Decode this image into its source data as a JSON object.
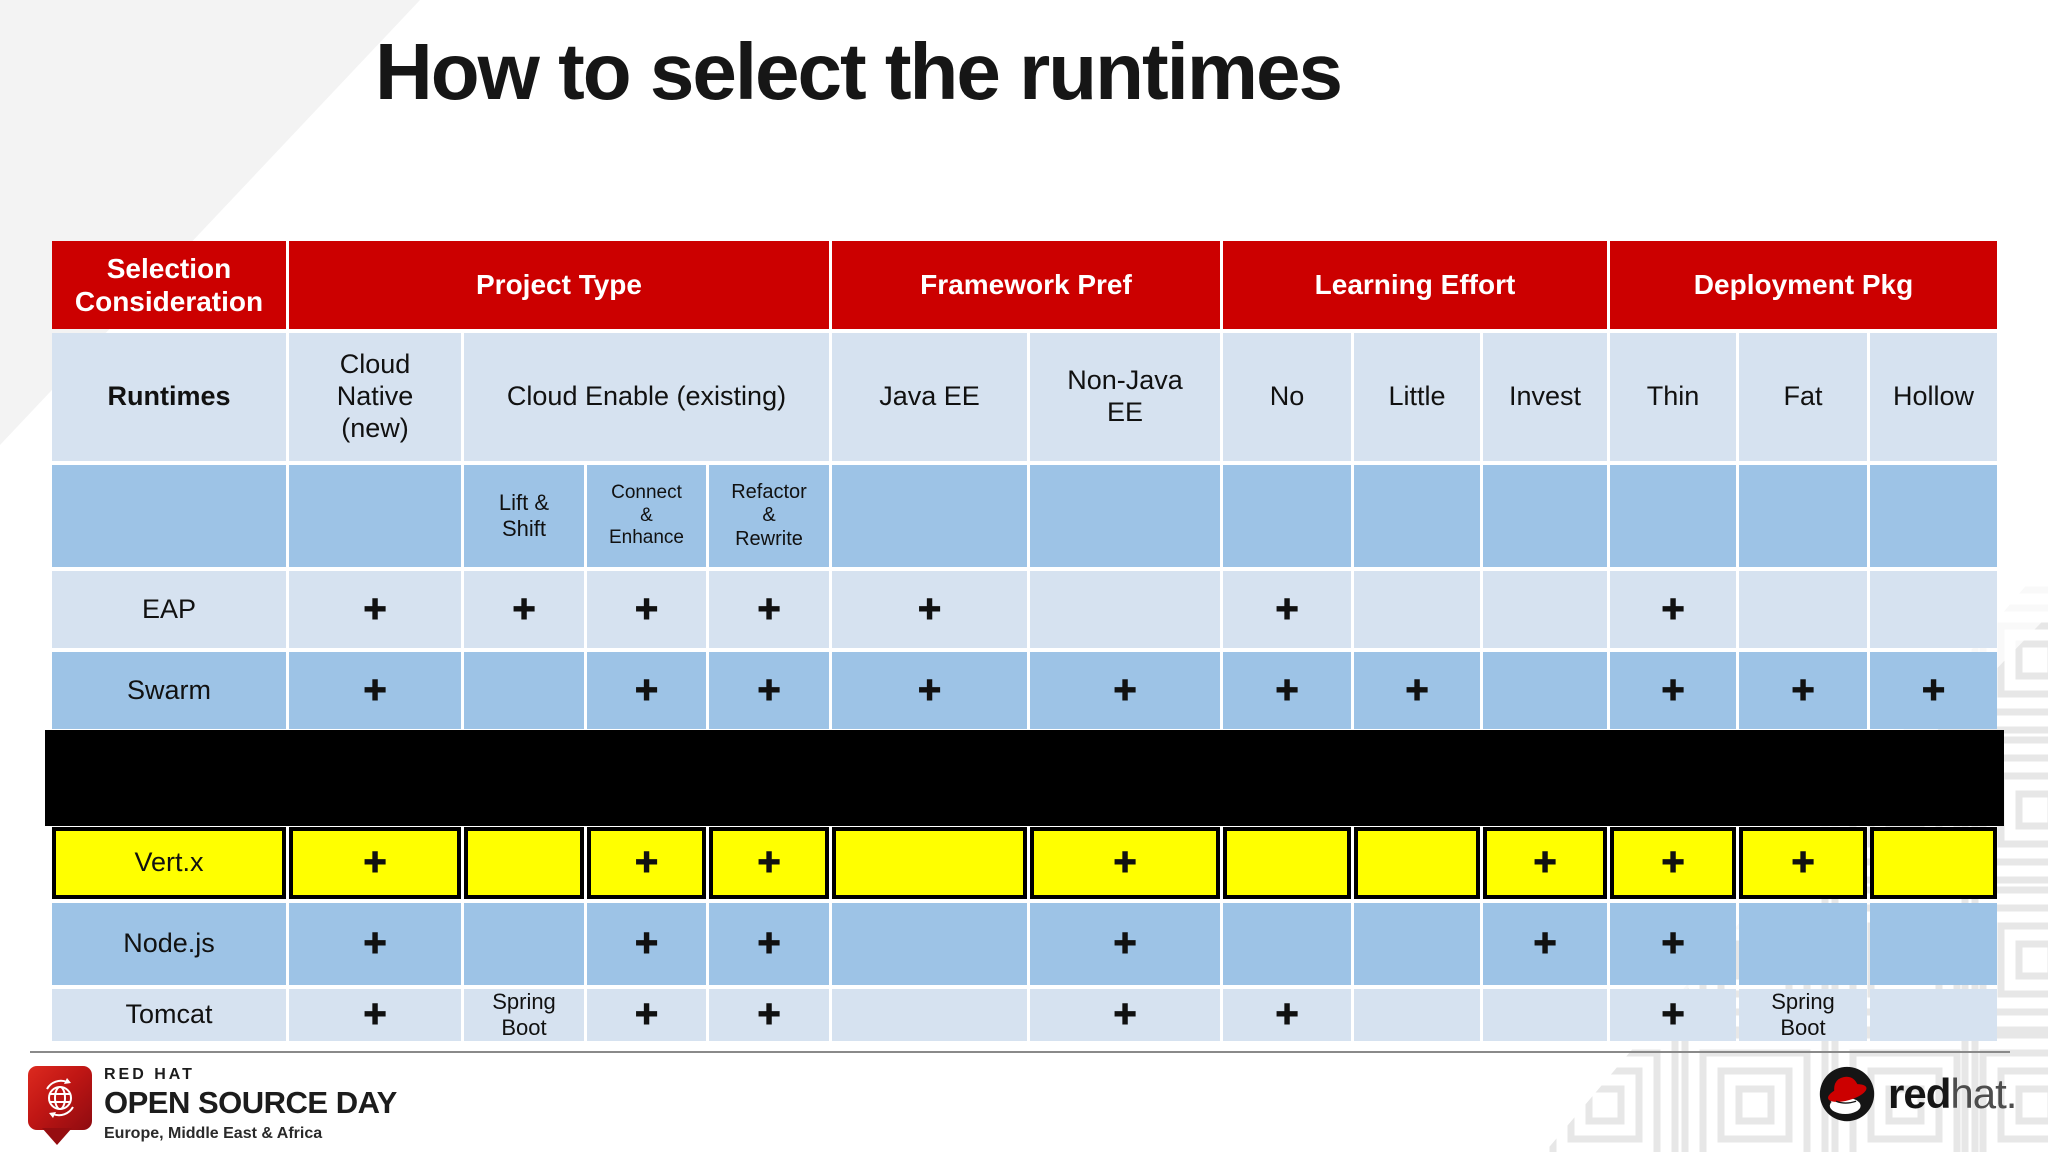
{
  "slide": {
    "title": "How to select the runtimes"
  },
  "table": {
    "header_groups": [
      "Selection\nConsideration",
      "Project Type",
      "Framework Pref",
      "Learning Effort",
      "Deployment Pkg"
    ],
    "col_headers": [
      "Runtimes",
      "Cloud\nNative\n(new)",
      "Cloud Enable (existing)",
      "Java EE",
      "Non-Java\nEE",
      "No",
      "Little",
      "Invest",
      "Thin",
      "Fat",
      "Hollow"
    ],
    "sub_headers": [
      "Lift &\nShift",
      "Connect\n&\nEnhance",
      "Refactor\n&\nRewrite"
    ],
    "rows": [
      {
        "label": "EAP",
        "highlighted": false,
        "cells": [
          "+",
          "+",
          "+",
          "+",
          "+",
          "",
          "+",
          "",
          "",
          "+",
          "",
          ""
        ]
      },
      {
        "label": "Swarm",
        "highlighted": false,
        "cells": [
          "+",
          "",
          "+",
          "+",
          "+",
          "+",
          "+",
          "+",
          "",
          "+",
          "+",
          "+"
        ]
      },
      {
        "label": "Vert.x",
        "highlighted": true,
        "cells": [
          "+",
          "",
          "+",
          "+",
          "",
          "+",
          "",
          "",
          "+",
          "+",
          "+",
          ""
        ]
      },
      {
        "label": "Node.js",
        "highlighted": false,
        "cells": [
          "+",
          "",
          "+",
          "+",
          "",
          "+",
          "",
          "",
          "+",
          "+",
          "",
          ""
        ]
      },
      {
        "label": "Tomcat",
        "highlighted": false,
        "cells": [
          "+",
          "Spring\nBoot",
          "+",
          "+",
          "",
          "+",
          "+",
          "",
          "",
          "+",
          "Spring\nBoot",
          ""
        ]
      }
    ]
  },
  "footer": {
    "event_brand": "RED HAT",
    "event_name": "OPEN SOURCE DAY",
    "event_region": "Europe, Middle East & Africa",
    "wordmark_bold": "red",
    "wordmark_rest": "hat."
  },
  "colors": {
    "header_red": "#CC0000",
    "row_light_blue": "#D6E2F0",
    "row_medium_blue": "#9DC3E6",
    "highlight_yellow": "#FFFF00"
  }
}
